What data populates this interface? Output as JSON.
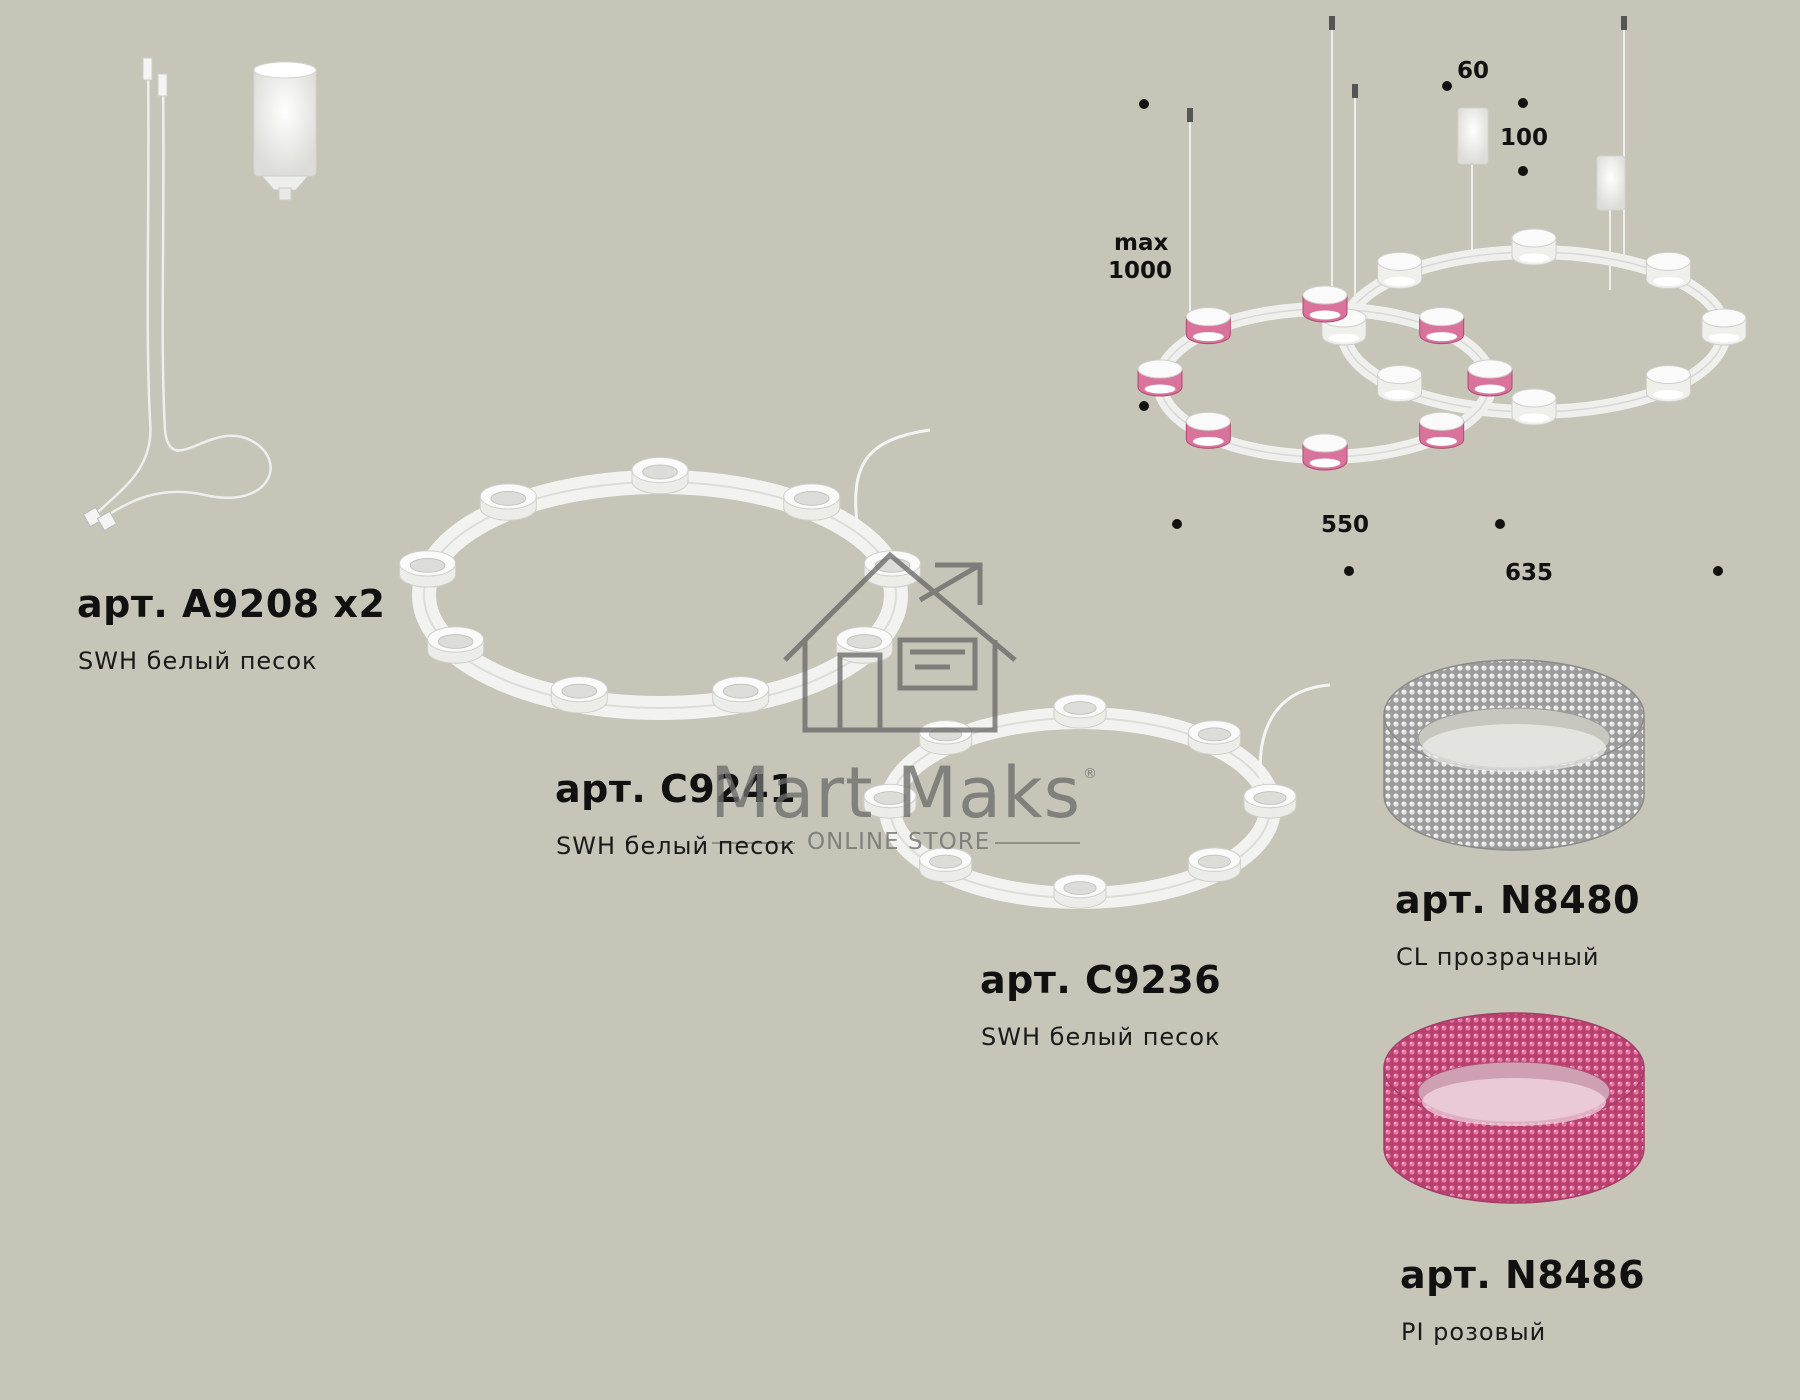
{
  "products": [
    {
      "art": "арт. A9208 x2",
      "desc": "SWH белый песок"
    },
    {
      "art": "арт. C9241",
      "desc": "SWH белый песок"
    },
    {
      "art": "арт. C9236",
      "desc": "SWH белый песок"
    },
    {
      "art": "арт. N8480",
      "desc": "CL прозрачный"
    },
    {
      "art": "арт. N8486",
      "desc": "PI розовый"
    }
  ],
  "dimensions": {
    "max_label": "max",
    "max_value": "1000",
    "canopy_width": "60",
    "canopy_height": "100",
    "small_ring": "550",
    "large_ring": "635"
  },
  "watermark": {
    "brand": "Mart Maks",
    "registered": "®",
    "tagline": "ONLINE STORE"
  },
  "colors": {
    "background": "#c6c5b8",
    "white_fixture": "#f4f4f2",
    "pink_crystal": "#d4608c",
    "clear_crystal": "#a8a8a8"
  }
}
